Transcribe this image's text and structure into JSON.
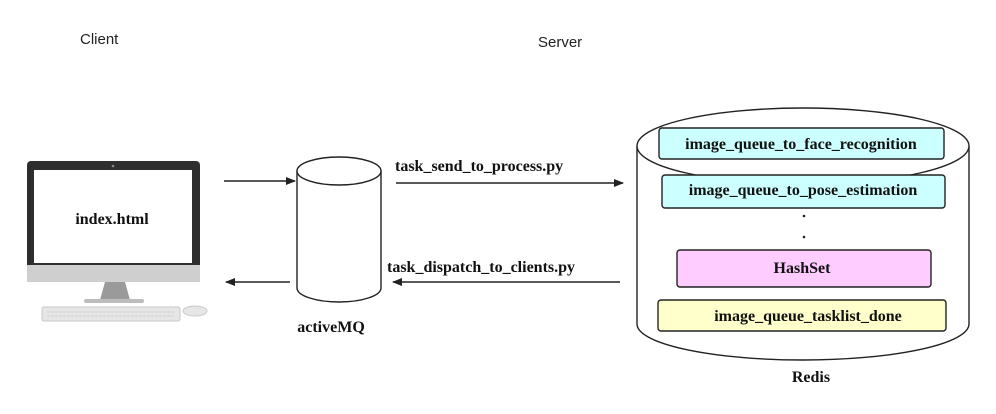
{
  "labels": {
    "client": "Client",
    "server": "Server",
    "index_html": "index.html",
    "activemq": "activeMQ",
    "redis": "Redis"
  },
  "arrows": {
    "send": "task_send_to_process.py",
    "dispatch": "task_dispatch_to_clients.py"
  },
  "redis_items": {
    "face_queue": "image_queue_to_face_recognition",
    "pose_queue": "image_queue_to_pose_estimation",
    "hashset": "HashSet",
    "done_queue": "image_queue_tasklist_done"
  },
  "colors": {
    "queue_fill": "#ccffff",
    "hashset_fill": "#ffccff",
    "done_fill": "#ffffcc",
    "line": "#222222",
    "monitor_bezel": "#2e2e2e",
    "monitor_chin": "#cfcfcf"
  }
}
